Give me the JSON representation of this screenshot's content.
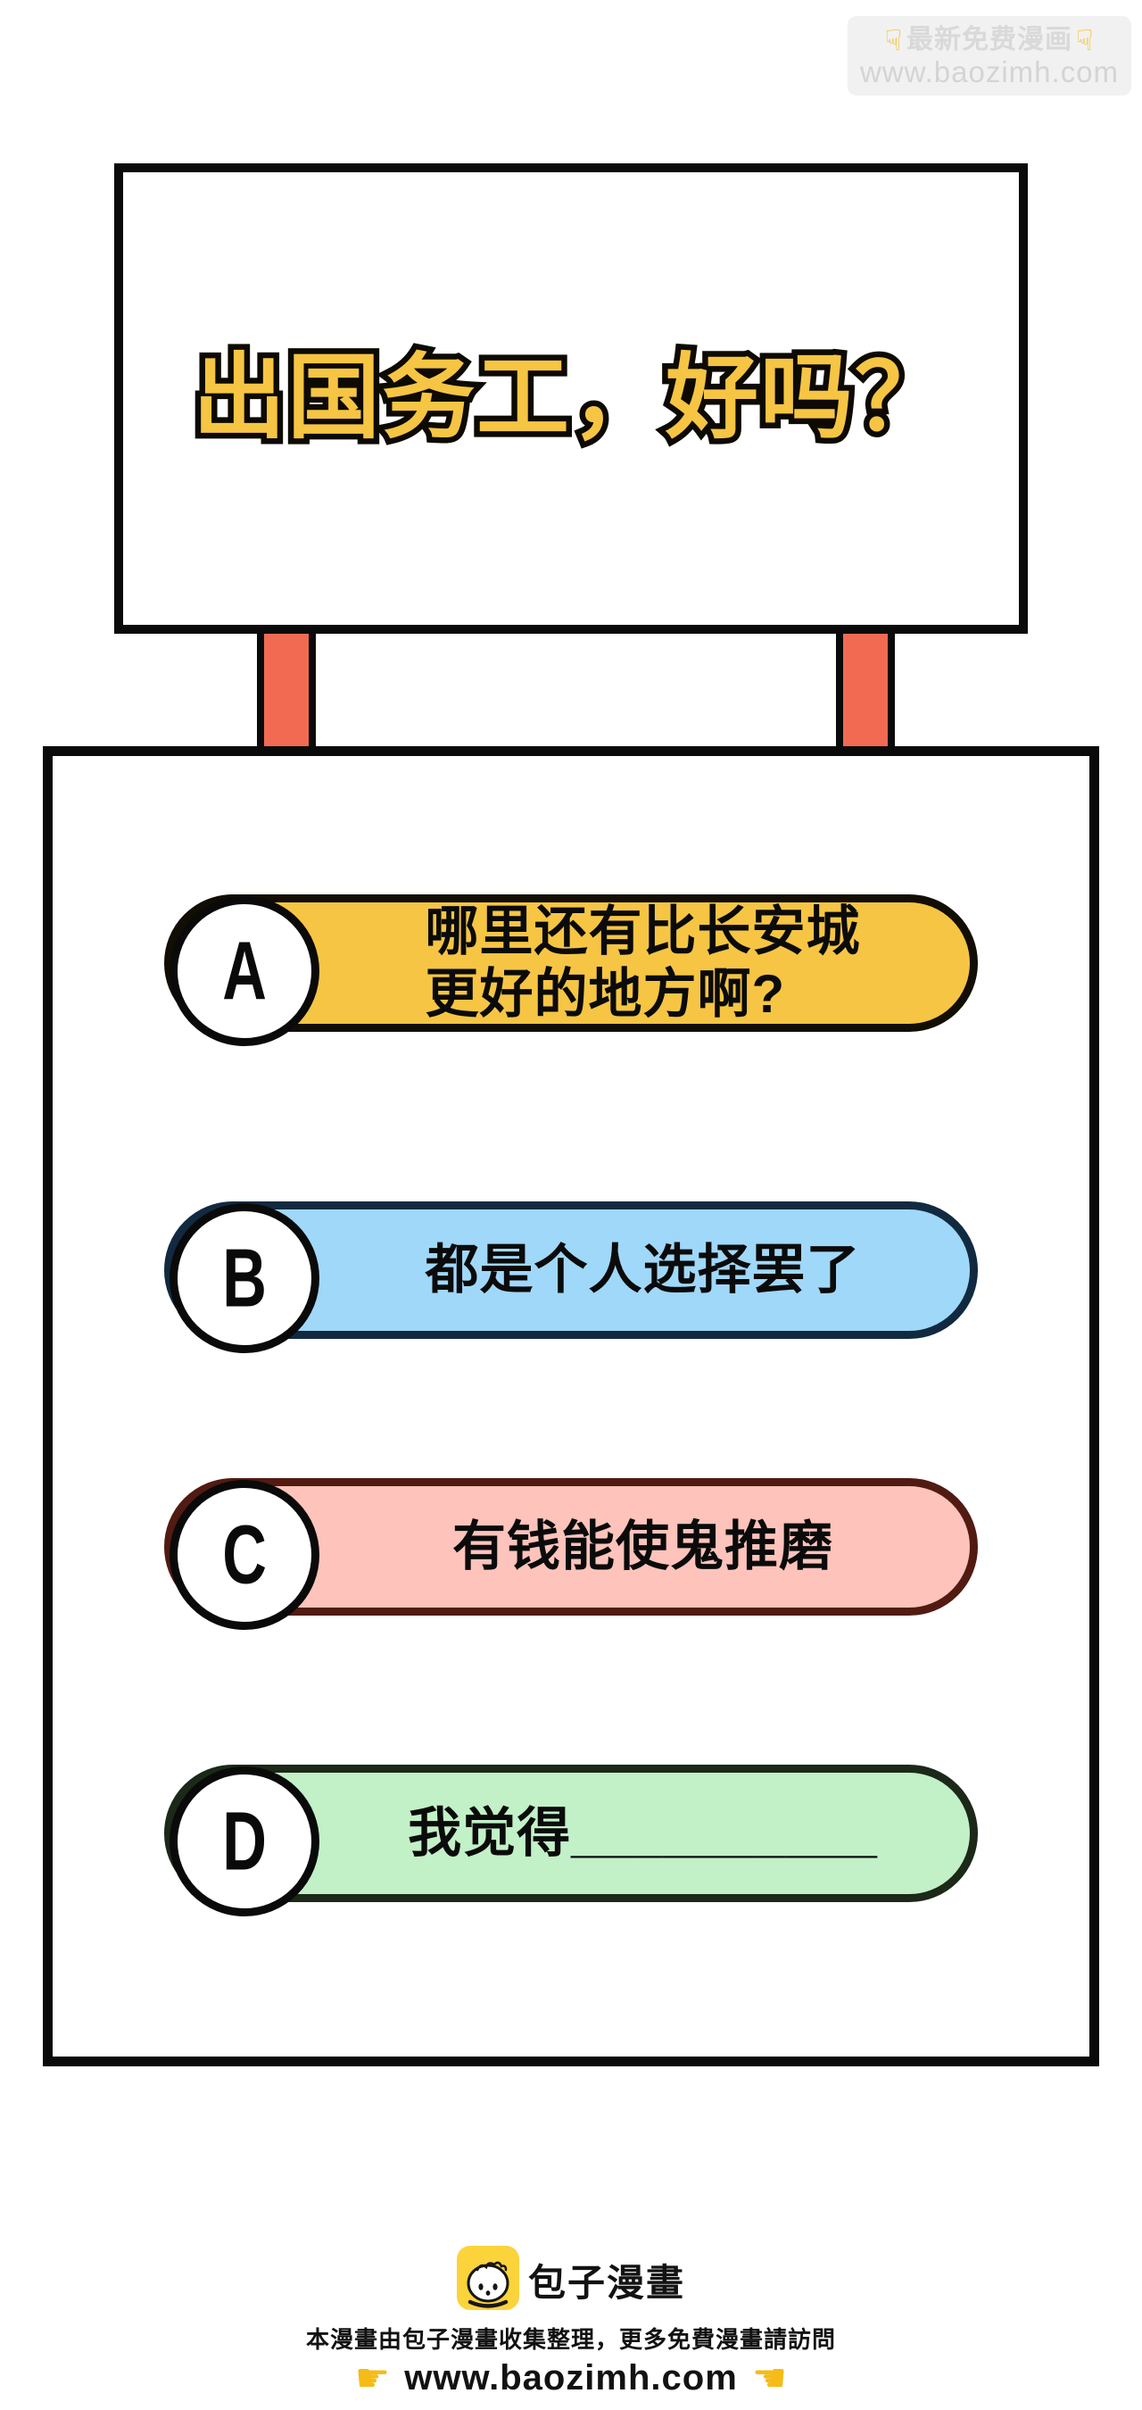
{
  "watermark": {
    "title": "最新免费漫画",
    "url": "www.baozimh.com",
    "hand_down": "☟"
  },
  "sign": {
    "title": "出国务工，好吗？"
  },
  "options": [
    {
      "letter": "A",
      "text_lines": [
        "哪里还有比长安城",
        "更好的地方啊?"
      ],
      "fill": "#F6C544",
      "border": "#120E04"
    },
    {
      "letter": "B",
      "text_lines": [
        "都是个人选择罢了"
      ],
      "fill": "#A0D8FA",
      "border": "#122A40"
    },
    {
      "letter": "C",
      "text_lines": [
        "有钱能使鬼推磨"
      ],
      "fill": "#FEC3BB",
      "border": "#511B12"
    },
    {
      "letter": "D",
      "text_lines": [
        "我觉得__________"
      ],
      "fill": "#C2F0C7",
      "border": "#1C2818"
    }
  ],
  "footer": {
    "brand": "包子漫畫",
    "info": "本漫畫由包子漫畫收集整理，更多免費漫畫請訪問",
    "url": "www.baozimh.com",
    "hand_right": "☛",
    "hand_left": "☚"
  },
  "colors": {
    "post": "#F26A52",
    "title_fill": "#F6C544",
    "title_outline": "#0D0A03",
    "frame_black": "#0A0A0A",
    "watermark_bg": "#F1F1F1",
    "watermark_text": "#D9D9D9",
    "hand_yellow": "#F5BC17",
    "logo_yellow": "#FBD33B",
    "text_black": "#121212"
  }
}
